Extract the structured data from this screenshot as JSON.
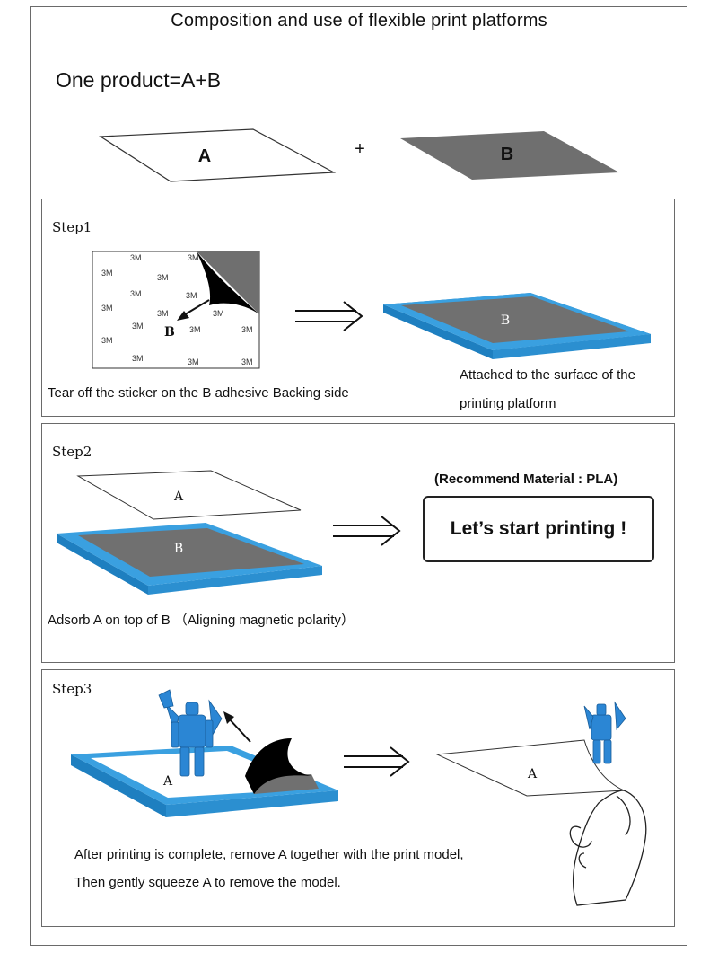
{
  "title": "Composition and use of flexible print platforms",
  "equation": "One product=A+B",
  "parts": {
    "a_label": "A",
    "plus": "+",
    "b_label": "B"
  },
  "step1": {
    "label": "Step1",
    "sticker_text": "3M",
    "sticker_b": "B",
    "platform_label": "B",
    "caption_left": "Tear off the sticker on the B adhesive Backing side",
    "caption_right_line1": "Attached to the surface of the",
    "caption_right_line2": "printing platform"
  },
  "step2": {
    "label": "Step2",
    "sheet_label": "A",
    "platform_label": "B",
    "recommend": "(Recommend Material : PLA)",
    "callout": "Let’s start printing !",
    "caption": "Adsorb A on top of B （Aligning magnetic polarity）"
  },
  "step3": {
    "label": "Step3",
    "platform_label": "A",
    "sheet_label": "A",
    "caption_line1": "After printing is complete, remove A together with the print model,",
    "caption_line2": "Then gently squeeze A to remove the model."
  },
  "colors": {
    "platform_blue": "#3aa0e0",
    "sheet_gray": "#6f6f6f",
    "model_blue": "#2b86d4"
  }
}
